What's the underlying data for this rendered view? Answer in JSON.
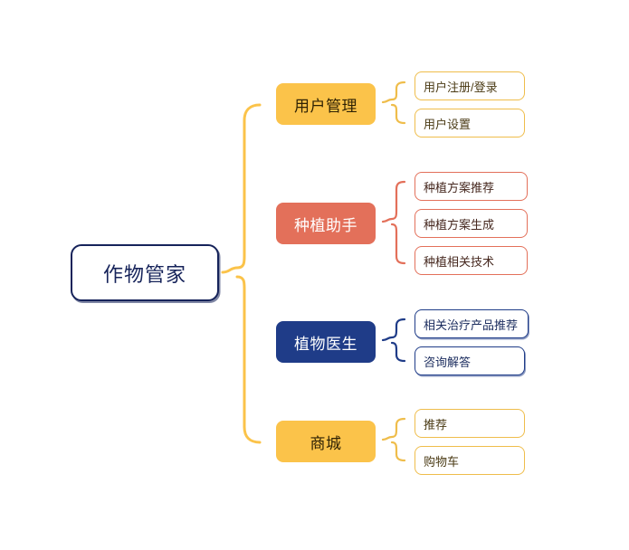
{
  "diagram": {
    "type": "mindmap",
    "title": "作物管家",
    "background": "#FFFFFF",
    "colors": {
      "gold": "#FBC34A",
      "gold_outline": "#EFBD4B",
      "salmon": "#E3705A",
      "navy": "#1F3C88",
      "root_border": "#16235A"
    },
    "root": {
      "label": "作物管家",
      "shape": "rounded-rectangle",
      "fill": "#FFFFFF",
      "border_color": "#16235A"
    },
    "branches": [
      {
        "id": "user-management",
        "label": "用户管理",
        "fill": "#FBC34A",
        "text_color": "#2F2204",
        "brace_color": "#EFBD4B",
        "children": [
          {
            "label": "用户注册/登录"
          },
          {
            "label": "用户设置"
          }
        ]
      },
      {
        "id": "planting-assistant",
        "label": "种植助手",
        "fill": "#E3705A",
        "text_color": "#FFFFFF",
        "brace_color": "#E3705A",
        "children": [
          {
            "label": "种植方案推荐"
          },
          {
            "label": "种植方案生成"
          },
          {
            "label": "种植相关技术"
          }
        ]
      },
      {
        "id": "plant-doctor",
        "label": "植物医生",
        "fill": "#1F3C88",
        "text_color": "#FFFFFF",
        "brace_color": "#1F3C88",
        "children": [
          {
            "label": "相关治疗产品推荐"
          },
          {
            "label": "咨询解答"
          }
        ]
      },
      {
        "id": "mall",
        "label": "商城",
        "fill": "#FBC34A",
        "text_color": "#2F2204",
        "brace_color": "#EFBD4B",
        "children": [
          {
            "label": "推荐"
          },
          {
            "label": "购物车"
          }
        ]
      }
    ]
  }
}
